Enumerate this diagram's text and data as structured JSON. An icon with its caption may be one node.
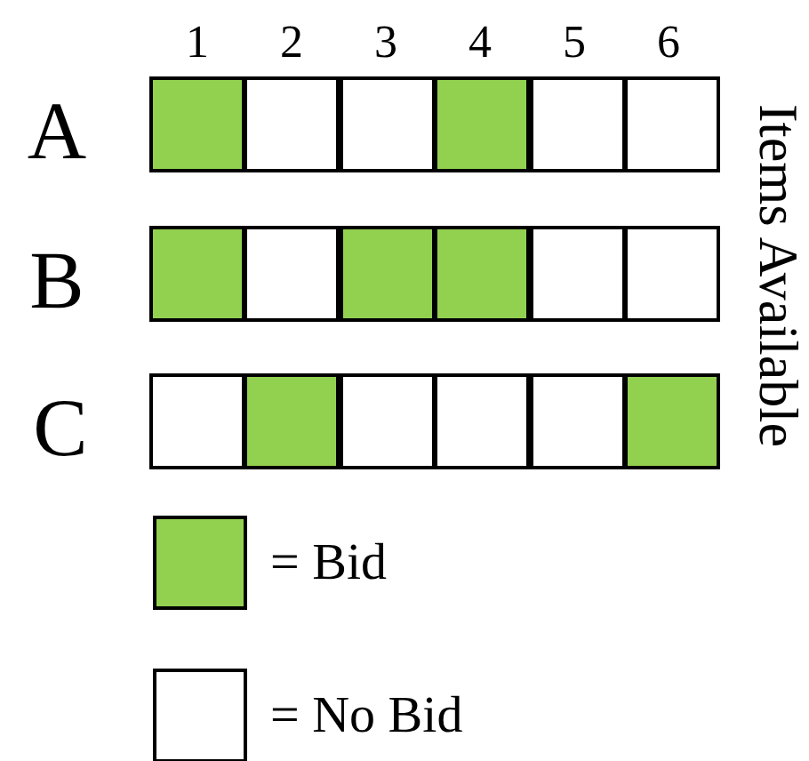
{
  "diagram": {
    "labels": [
      "1",
      "2",
      "3",
      "4",
      "5",
      "6",
      "A",
      "B",
      "C",
      "Items Available"
    ],
    "legend": [
      {
        "text": "= Bid",
        "color": "#92d050"
      },
      {
        "text": "= No Bid",
        "color": "#ffffff"
      }
    ]
  }
}
